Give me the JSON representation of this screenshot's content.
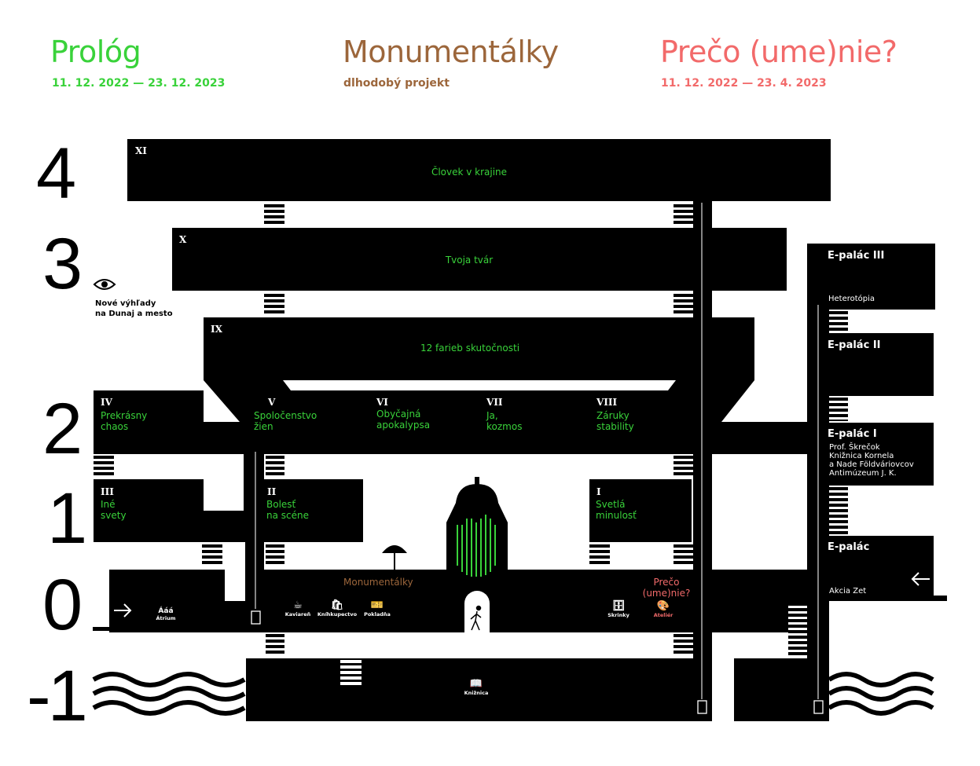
{
  "header": {
    "prolog": {
      "title": "Prológ",
      "dates": "11. 12. 2022 — 23. 12. 2023"
    },
    "monumentalky": {
      "title": "Monumentálky",
      "subtitle": "dlhodobý projekt"
    },
    "preco": {
      "title": "Prečo (ume)nie?",
      "dates": "11. 12. 2022 — 23. 4. 2023"
    }
  },
  "colors": {
    "prolog": "#39d23a",
    "monumentalky": "#9c663b",
    "preco": "#f26a6a"
  },
  "floors": [
    "4",
    "3",
    "2",
    "1",
    "0",
    "-1"
  ],
  "view_note": "Nové výhľady\nna Dunaj a mesto",
  "rooms": [
    {
      "num": "XI",
      "name": "Človek v krajine"
    },
    {
      "num": "X",
      "name": "Tvoja tvár"
    },
    {
      "num": "IX",
      "name": "12 farieb skutočnosti"
    },
    {
      "num": "IV",
      "name": "Prekrásny\nchaos"
    },
    {
      "num": "V",
      "name": "Spoločenstvo\nžien"
    },
    {
      "num": "VI",
      "name": "Obyčajná\napokalypsa"
    },
    {
      "num": "VII",
      "name": "Ja,\nkozmos"
    },
    {
      "num": "VIII",
      "name": "Záruky\nstability"
    },
    {
      "num": "III",
      "name": "Iné\nsvety"
    },
    {
      "num": "II",
      "name": "Bolesť\nna scéne"
    },
    {
      "num": "I",
      "name": "Svetlá\nminulosť"
    }
  ],
  "ground": {
    "monumentalky": "Monumentálky",
    "preco": "Prečo\n(ume)nie?",
    "atrium_glyph": "Ááá",
    "atrium": "Átrium",
    "kaviaren": "Kaviareň",
    "knihkupectvo": "Kníhkupectvo",
    "pokladna": "Pokladňa",
    "skrinky": "Skrinky",
    "atelier": "Ateliér",
    "kniznica": "Knižnica"
  },
  "epalac": {
    "e3": "E-palác III",
    "e3_sub": "Heterotópia",
    "e2": "E-palác II",
    "e1": "E-palác I",
    "e1_sub": "Prof. Škrečok\nKnižnica Kornela\na Nade Földváriovcov\nAntimúzeum J. K.",
    "e0": "E-palác",
    "e0_sub": "Akcia Zet"
  }
}
